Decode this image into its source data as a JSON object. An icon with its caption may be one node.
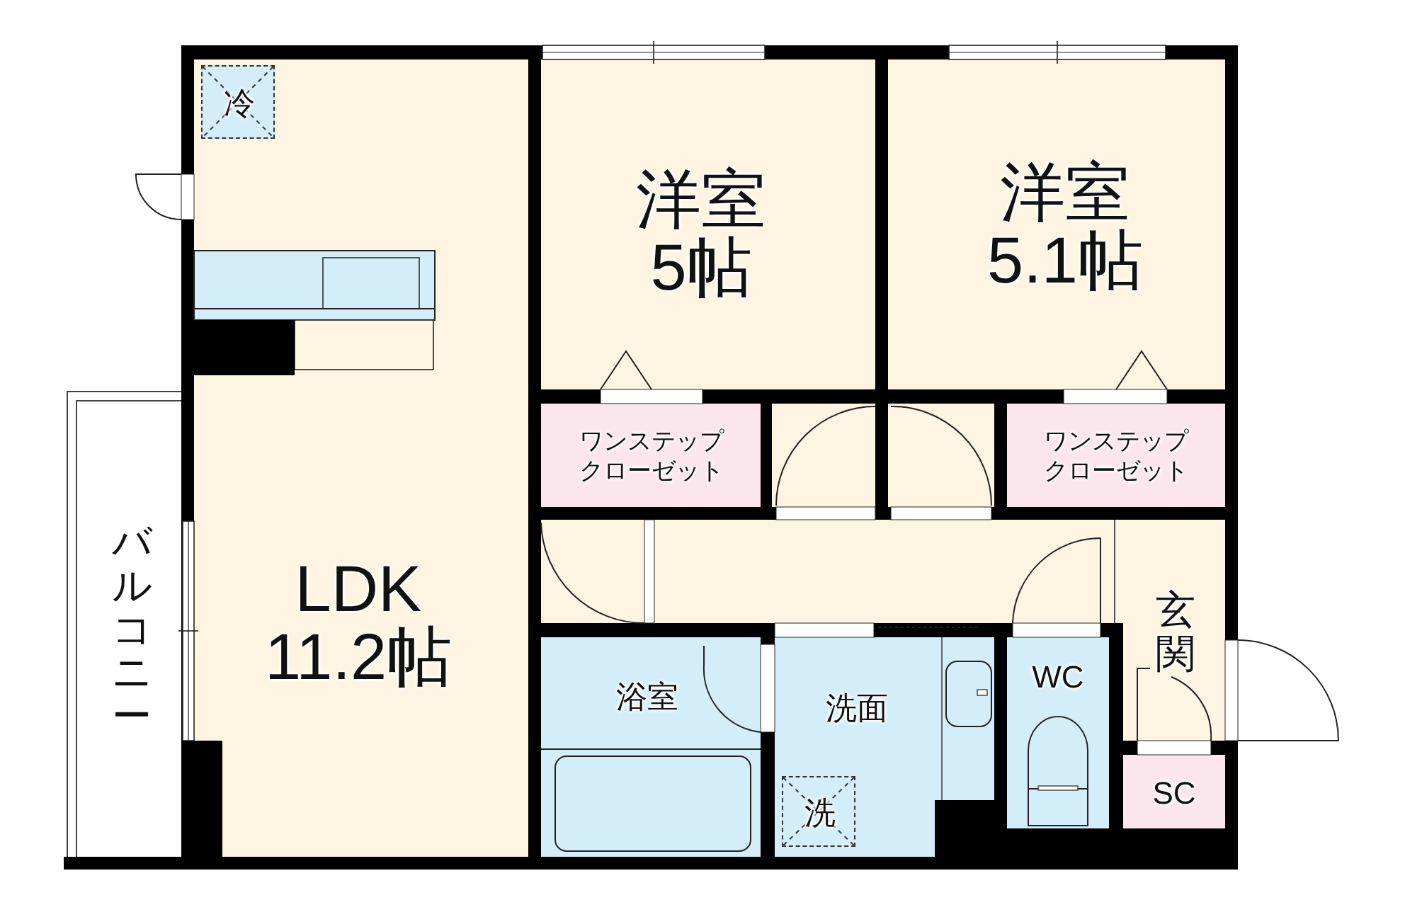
{
  "diagram": {
    "nodes": [
      {
        "text": [
          "LDK",
          "11.2帖"
        ]
      },
      {
        "text": [
          "洋室",
          "5帖"
        ]
      },
      {
        "text": [
          "洋室",
          "5.1帖"
        ]
      },
      {
        "text": [
          "ワンステップクローゼット"
        ]
      },
      {
        "text": [
          "ワンステップクローゼット"
        ]
      },
      {
        "text": [
          "浴室"
        ]
      },
      {
        "text": [
          "洗面"
        ]
      },
      {
        "text": [
          "WC"
        ]
      },
      {
        "text": [
          "玄関"
        ]
      },
      {
        "text": [
          "SC"
        ]
      },
      {
        "text": [
          "バルコニー"
        ]
      },
      {
        "text": [
          "冷"
        ],
        "in": 0
      },
      {
        "text": [
          "洗"
        ],
        "in": 6
      }
    ]
  }
}
